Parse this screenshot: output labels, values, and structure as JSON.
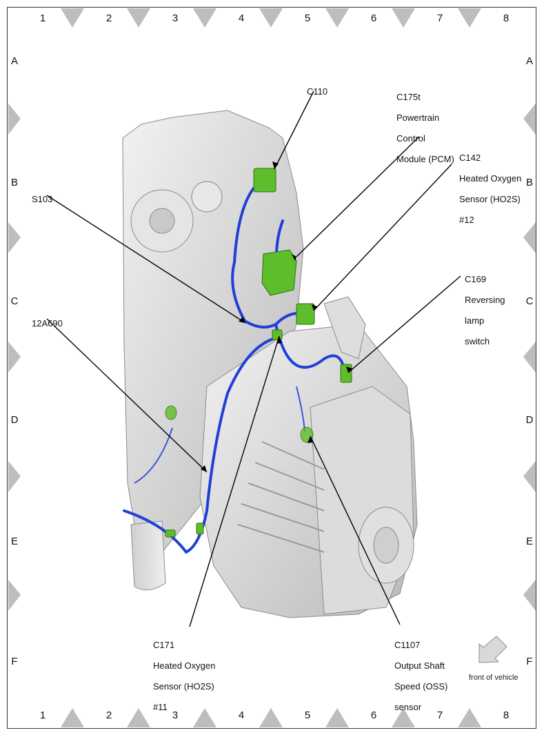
{
  "grid": {
    "columns": [
      "1",
      "2",
      "3",
      "4",
      "5",
      "6",
      "7",
      "8"
    ],
    "rows": [
      "A",
      "B",
      "C",
      "D",
      "E",
      "F"
    ]
  },
  "callouts": {
    "c110": [
      "C110"
    ],
    "c175t": [
      "C175t",
      "Powertrain",
      "Control",
      "Module (PCM)"
    ],
    "c142": [
      "C142",
      "Heated Oxygen",
      "Sensor (HO2S)",
      "#12"
    ],
    "s103": [
      "S103"
    ],
    "c169": [
      "C169",
      "Reversing",
      "lamp",
      "switch"
    ],
    "a12a690": [
      "12A690"
    ],
    "c171": [
      "C171",
      "Heated Oxygen",
      "Sensor (HO2S)",
      "#11"
    ],
    "c1107": [
      "C1107",
      "Output Shaft",
      "Speed (OSS)",
      "sensor"
    ]
  },
  "orientation": {
    "label": "front of vehicle"
  },
  "colors": {
    "harness": "#1f3fd6",
    "connector": "#5ebd2a",
    "engine": "#d4d4d4",
    "frame_marker": "#bdbdbd"
  }
}
